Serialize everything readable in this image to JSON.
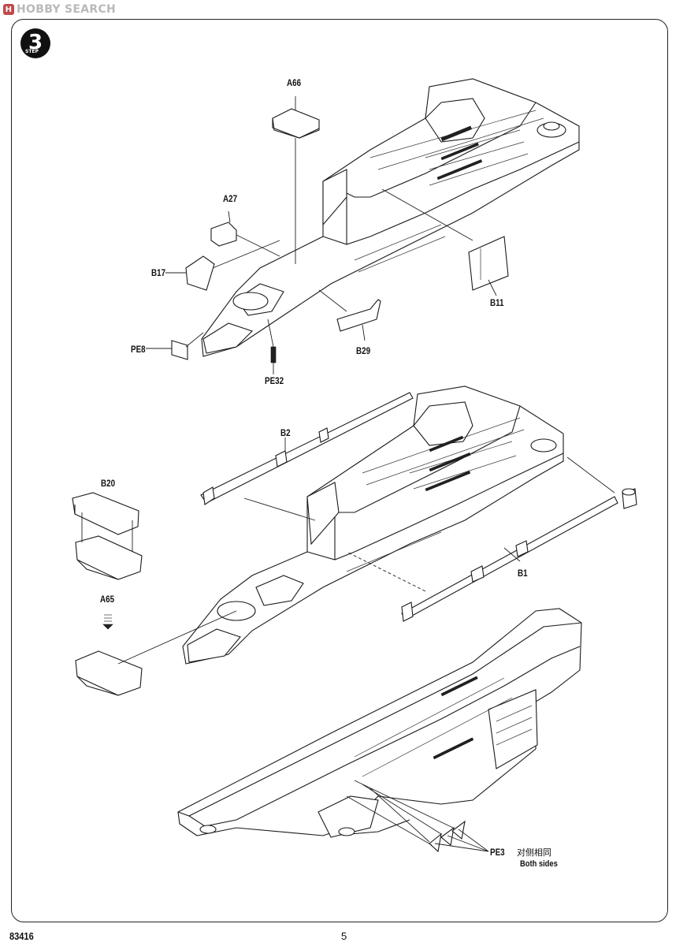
{
  "watermark": {
    "logo": "H",
    "text": "HOBBY SEARCH"
  },
  "step": {
    "number": "3",
    "word": "STEP"
  },
  "labels": {
    "a66": "A66",
    "a27": "A27",
    "b17": "B17",
    "b11": "B11",
    "b29": "B29",
    "pe8": "PE8",
    "pe32": "PE32",
    "b2": "B2",
    "b20": "B20",
    "a65": "A65",
    "b1": "B1",
    "pe3": "PE3"
  },
  "note": {
    "chinese": "对侧相同",
    "english": "Both sides"
  },
  "footer": {
    "code": "83416",
    "page": "5"
  }
}
